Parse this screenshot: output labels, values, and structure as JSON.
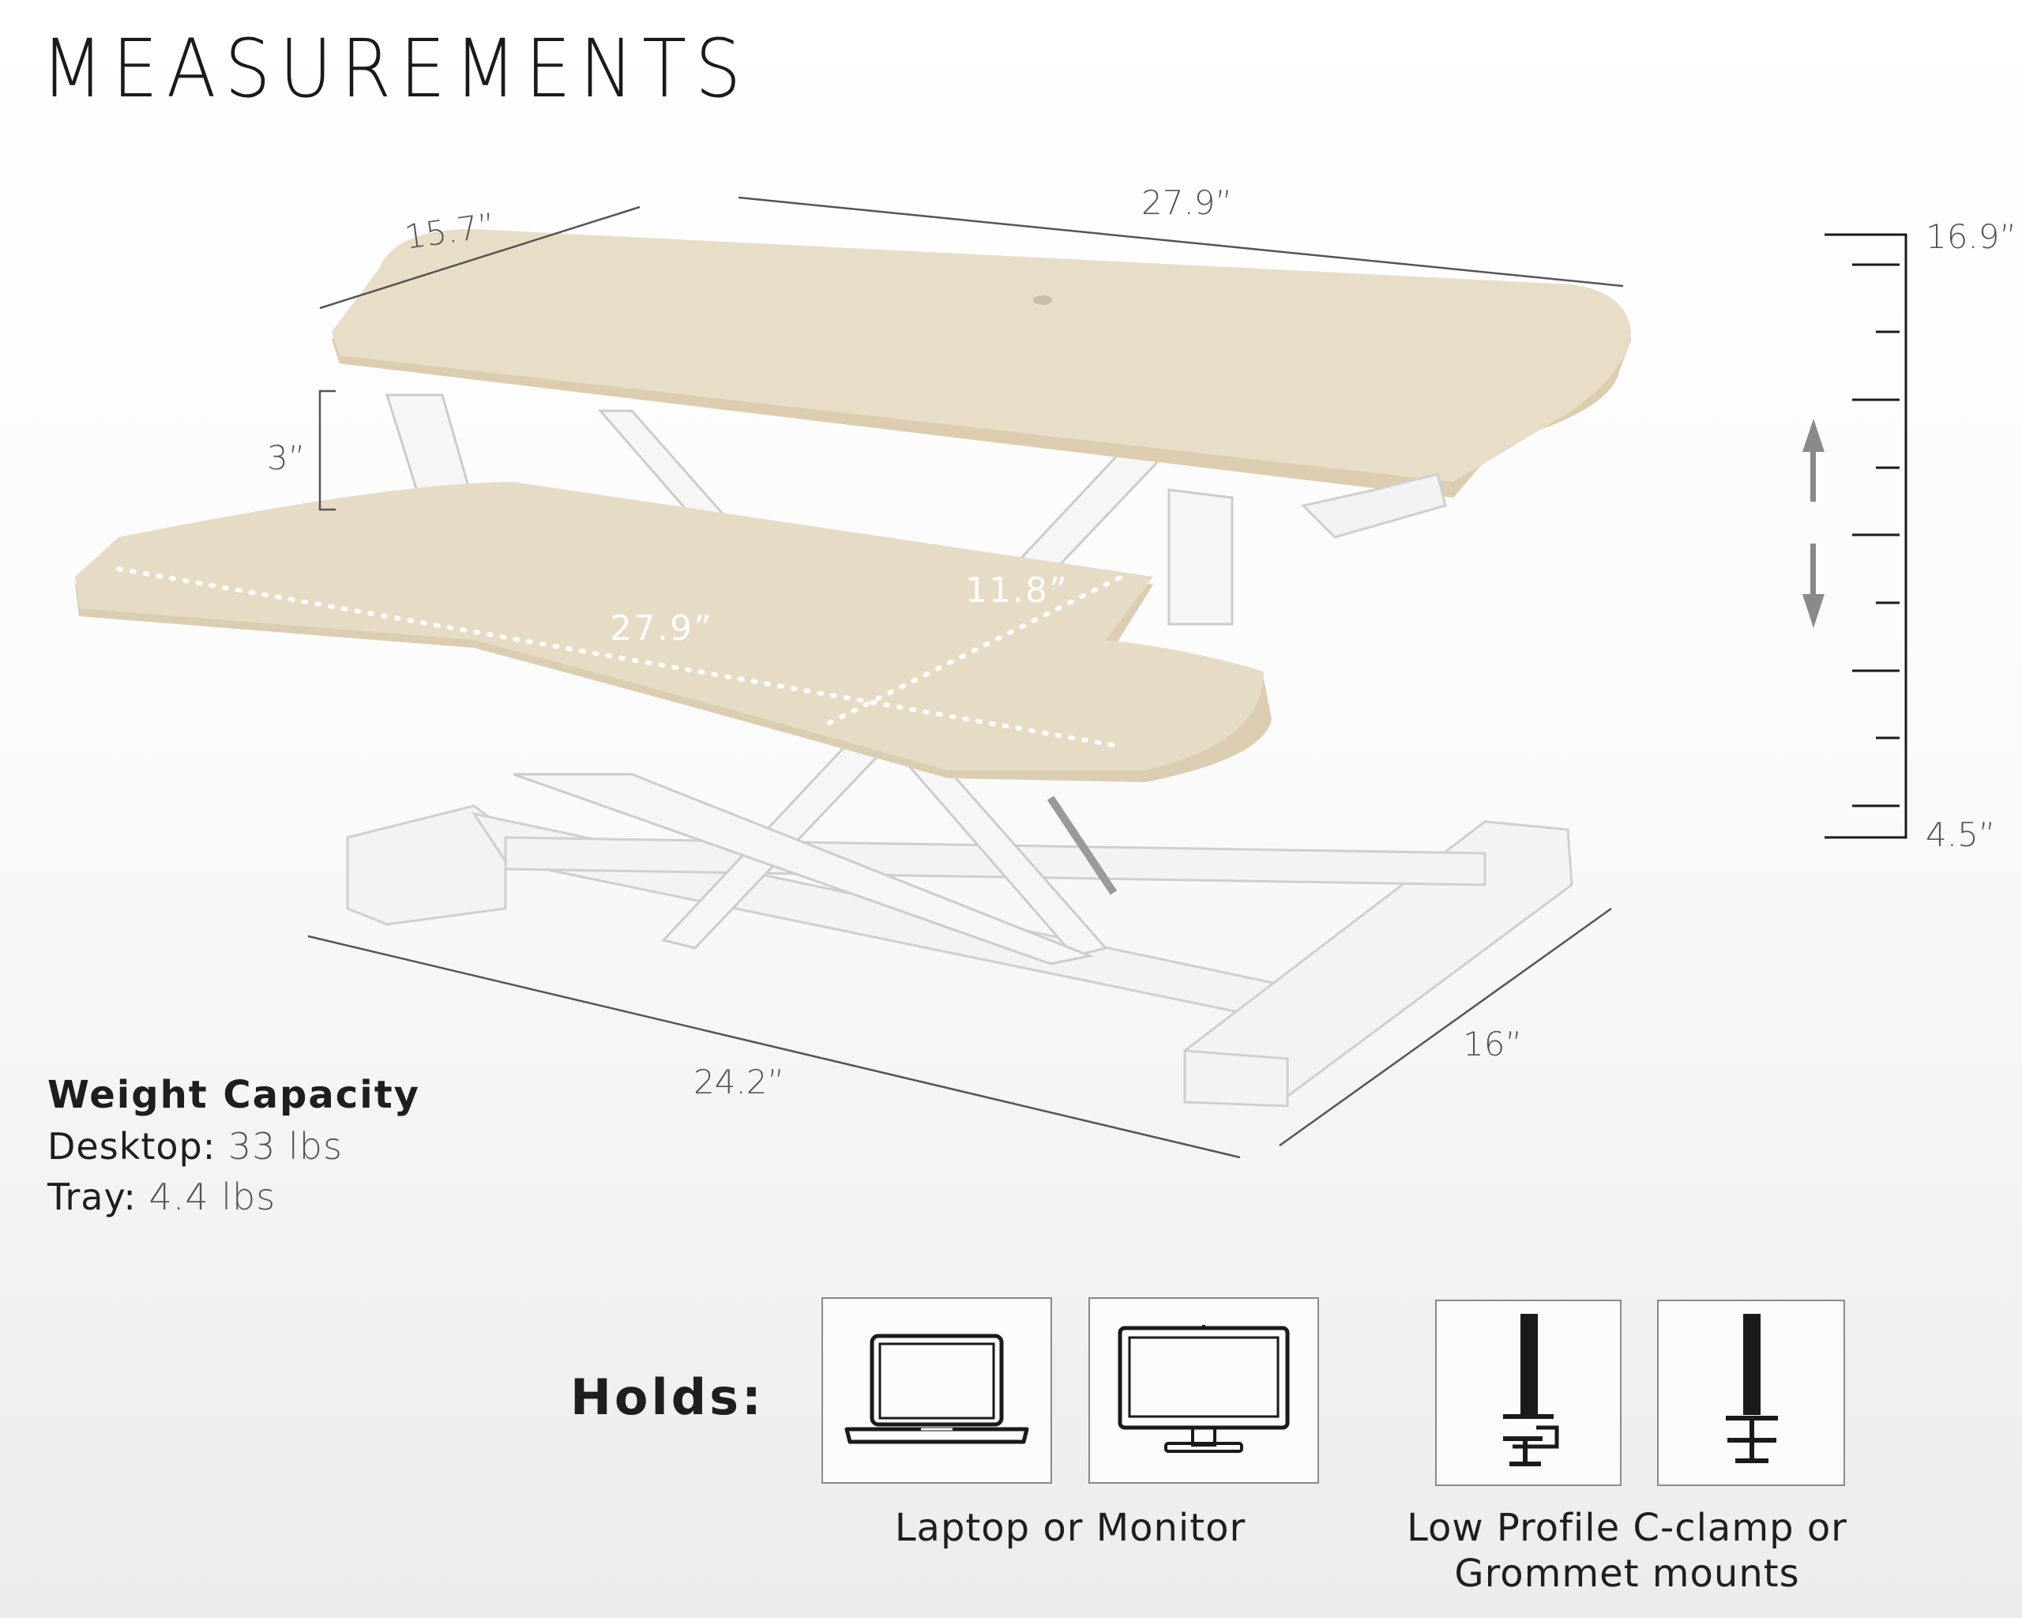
{
  "title": "MEASUREMENTS",
  "dimensions": {
    "desktop_depth": "15.7”",
    "desktop_width": "27.9”",
    "tray_gap": "3”",
    "tray_width": "27.9”",
    "tray_depth": "11.8”",
    "base_width": "24.2”",
    "base_depth": "16”",
    "height_max": "16.9”",
    "height_min": "4.5”"
  },
  "weight_capacity": {
    "title": "Weight Capacity",
    "desktop_label": "Desktop:",
    "desktop_value": "33 lbs",
    "tray_label": "Tray:",
    "tray_value": "4.4 lbs"
  },
  "holds": {
    "label": "Holds:",
    "devices_caption": "Laptop or Monitor",
    "mounts_caption_line1": "Low Profile C-clamp or",
    "mounts_caption_line2": "Grommet mounts",
    "icons": [
      "laptop-icon",
      "monitor-icon",
      "c-clamp-icon",
      "grommet-icon"
    ]
  },
  "colors": {
    "wood": "#e6dbc4",
    "frame": "#f4f4f4",
    "arrow": "#8a8a8a",
    "text": "#1e1e1e"
  }
}
